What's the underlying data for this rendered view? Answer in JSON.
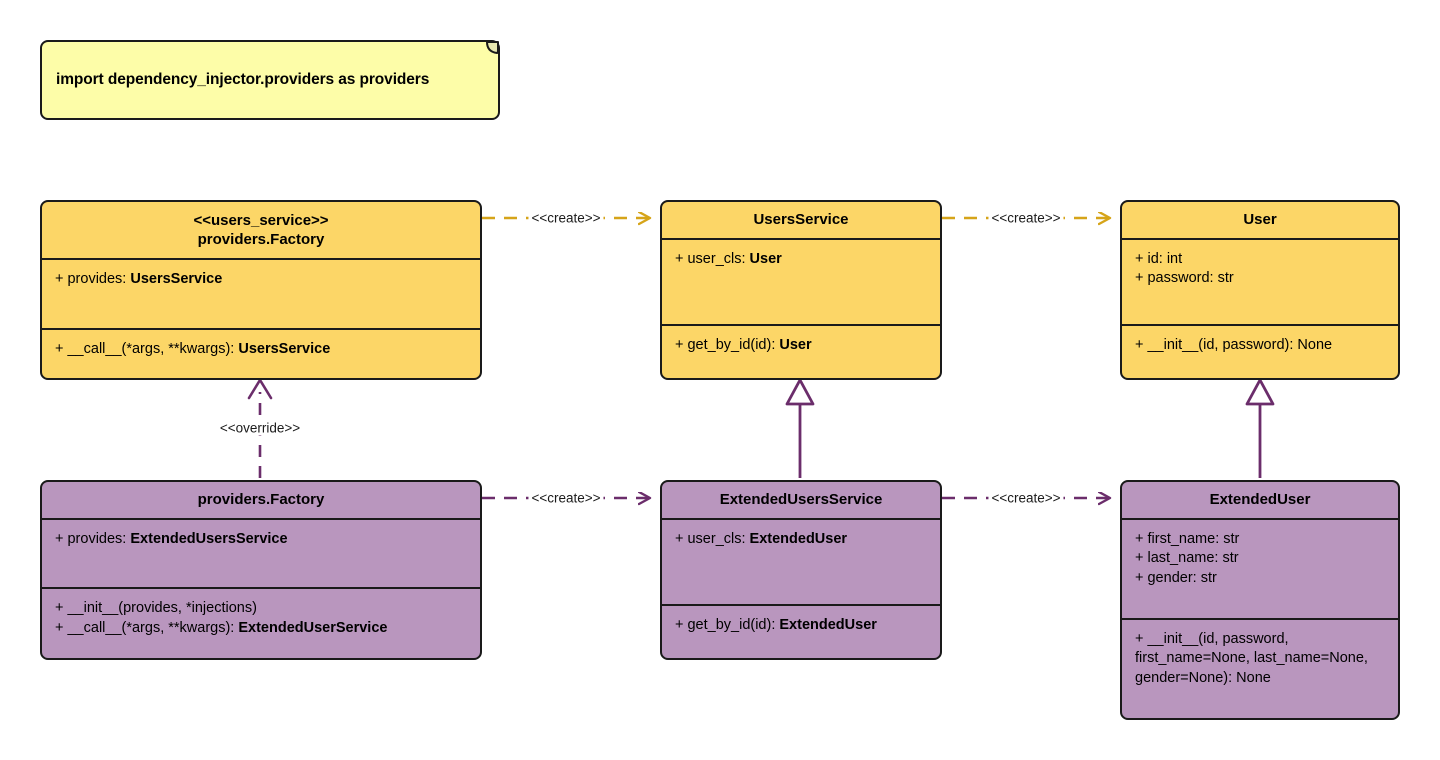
{
  "diagram": {
    "type": "uml-class-diagram",
    "title": "dependency_injector providers Factory override UML class diagram",
    "colors": {
      "gold_fill": "#FCD667",
      "gold_stroke": "#D6A419",
      "purple_fill": "#B996BE",
      "purple_stroke": "#6B2D6B",
      "note_fill": "#FDFDA8",
      "border": "#1a1a1a",
      "background": "#FFFFFF"
    }
  },
  "note": {
    "name": "import-note",
    "text": "import dependency_injector.providers as providers"
  },
  "classes": [
    {
      "id": "users-service-factory",
      "stereotype": "<<users_service>>",
      "name": "providers.Factory",
      "style": "gold",
      "attributes": [
        {
          "plain": "+ provides: ",
          "bold": "UsersService"
        }
      ],
      "methods": [
        {
          "plain": "+ __call__(*args, **kwargs): ",
          "bold": "UsersService"
        }
      ]
    },
    {
      "id": "users-service",
      "stereotype": "",
      "name": "UsersService",
      "style": "gold",
      "attributes": [
        {
          "plain": "+ user_cls: ",
          "bold": "User"
        }
      ],
      "methods": [
        {
          "plain": "+ get_by_id(id): ",
          "bold": "User"
        }
      ]
    },
    {
      "id": "user",
      "stereotype": "",
      "name": "User",
      "style": "gold",
      "attributes": [
        {
          "plain": "+ id: int",
          "bold": ""
        },
        {
          "plain": "+ password: str",
          "bold": ""
        }
      ],
      "methods": [
        {
          "plain": "+ __init__(id, password): None",
          "bold": ""
        }
      ]
    },
    {
      "id": "extended-factory",
      "stereotype": "",
      "name": "providers.Factory",
      "style": "purple",
      "attributes": [
        {
          "plain": "+ provides: ",
          "bold": "ExtendedUsersService"
        }
      ],
      "methods": [
        {
          "plain": "+ __init__(provides, *injections)",
          "bold": ""
        },
        {
          "plain": "+ __call__(*args, **kwargs): ",
          "bold": "ExtendedUserService"
        }
      ]
    },
    {
      "id": "extended-users-service",
      "stereotype": "",
      "name": "ExtendedUsersService",
      "style": "purple",
      "attributes": [
        {
          "plain": "+ user_cls: ",
          "bold": "ExtendedUser"
        }
      ],
      "methods": [
        {
          "plain": "+ get_by_id(id): ",
          "bold": "ExtendedUser"
        }
      ]
    },
    {
      "id": "extended-user",
      "stereotype": "",
      "name": "ExtendedUser",
      "style": "purple",
      "attributes": [
        {
          "plain": "+ first_name: str",
          "bold": ""
        },
        {
          "plain": "+ last_name: str",
          "bold": ""
        },
        {
          "plain": "+ gender: str",
          "bold": ""
        }
      ],
      "methods": [
        {
          "plain": "+ __init__(id, password, first_name=None, last_name=None, gender=None): None",
          "bold": ""
        }
      ]
    }
  ],
  "edges": [
    {
      "id": "edge-create-1",
      "label": "<<create>>",
      "kind": "dependency",
      "from": "users-service-factory",
      "to": "users-service",
      "color": "#D6A419"
    },
    {
      "id": "edge-create-2",
      "label": "<<create>>",
      "kind": "dependency",
      "from": "users-service",
      "to": "user",
      "color": "#D6A419"
    },
    {
      "id": "edge-override",
      "label": "<<override>>",
      "kind": "dependency",
      "from": "extended-factory",
      "to": "users-service-factory",
      "color": "#6B2D6B"
    },
    {
      "id": "edge-generalization-1",
      "label": "",
      "kind": "generalization",
      "from": "extended-users-service",
      "to": "users-service",
      "color": "#6B2D6B"
    },
    {
      "id": "edge-generalization-2",
      "label": "",
      "kind": "generalization",
      "from": "extended-user",
      "to": "user",
      "color": "#6B2D6B"
    },
    {
      "id": "edge-create-3",
      "label": "<<create>>",
      "kind": "dependency",
      "from": "extended-factory",
      "to": "extended-users-service",
      "color": "#6B2D6B"
    },
    {
      "id": "edge-create-4",
      "label": "<<create>>",
      "kind": "dependency",
      "from": "extended-users-service",
      "to": "extended-user",
      "color": "#6B2D6B"
    }
  ]
}
